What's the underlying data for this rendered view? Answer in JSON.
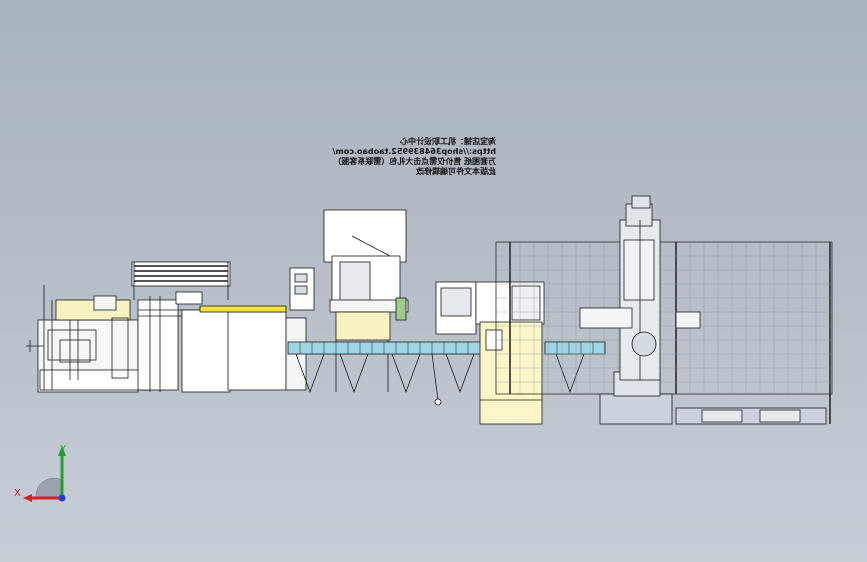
{
  "canvas": {
    "background_top": "#a9b3bf",
    "background_bottom": "#c7ced6"
  },
  "note": {
    "lines": [
      "淘宝店铺：机工职设计中心",
      "https://shop364839952.taobao.com/",
      "万套图纸 售价仅需点击大礼包（需联系客服）",
      "此版本文件可编辑修改"
    ],
    "mirrored": true
  },
  "triad": {
    "x_label": "X",
    "y_label": "Y",
    "x_color": "#d0202a",
    "y_color": "#1fa22a",
    "z_color": "#1f3fd0"
  },
  "model": {
    "icons": [
      "production-line-assembly",
      "robot-arm",
      "safety-fence",
      "roller-conveyor"
    ],
    "colors": {
      "machine": "#ffffff",
      "outline": "#1a1a1a",
      "conveyor": "#9fd6e6",
      "cabinet": "#fbf5c8",
      "yellow_rail": "#f4e23a",
      "fence": "#e9edf2",
      "robot": "#dfe4ea",
      "base": "#c9d2dd"
    }
  }
}
